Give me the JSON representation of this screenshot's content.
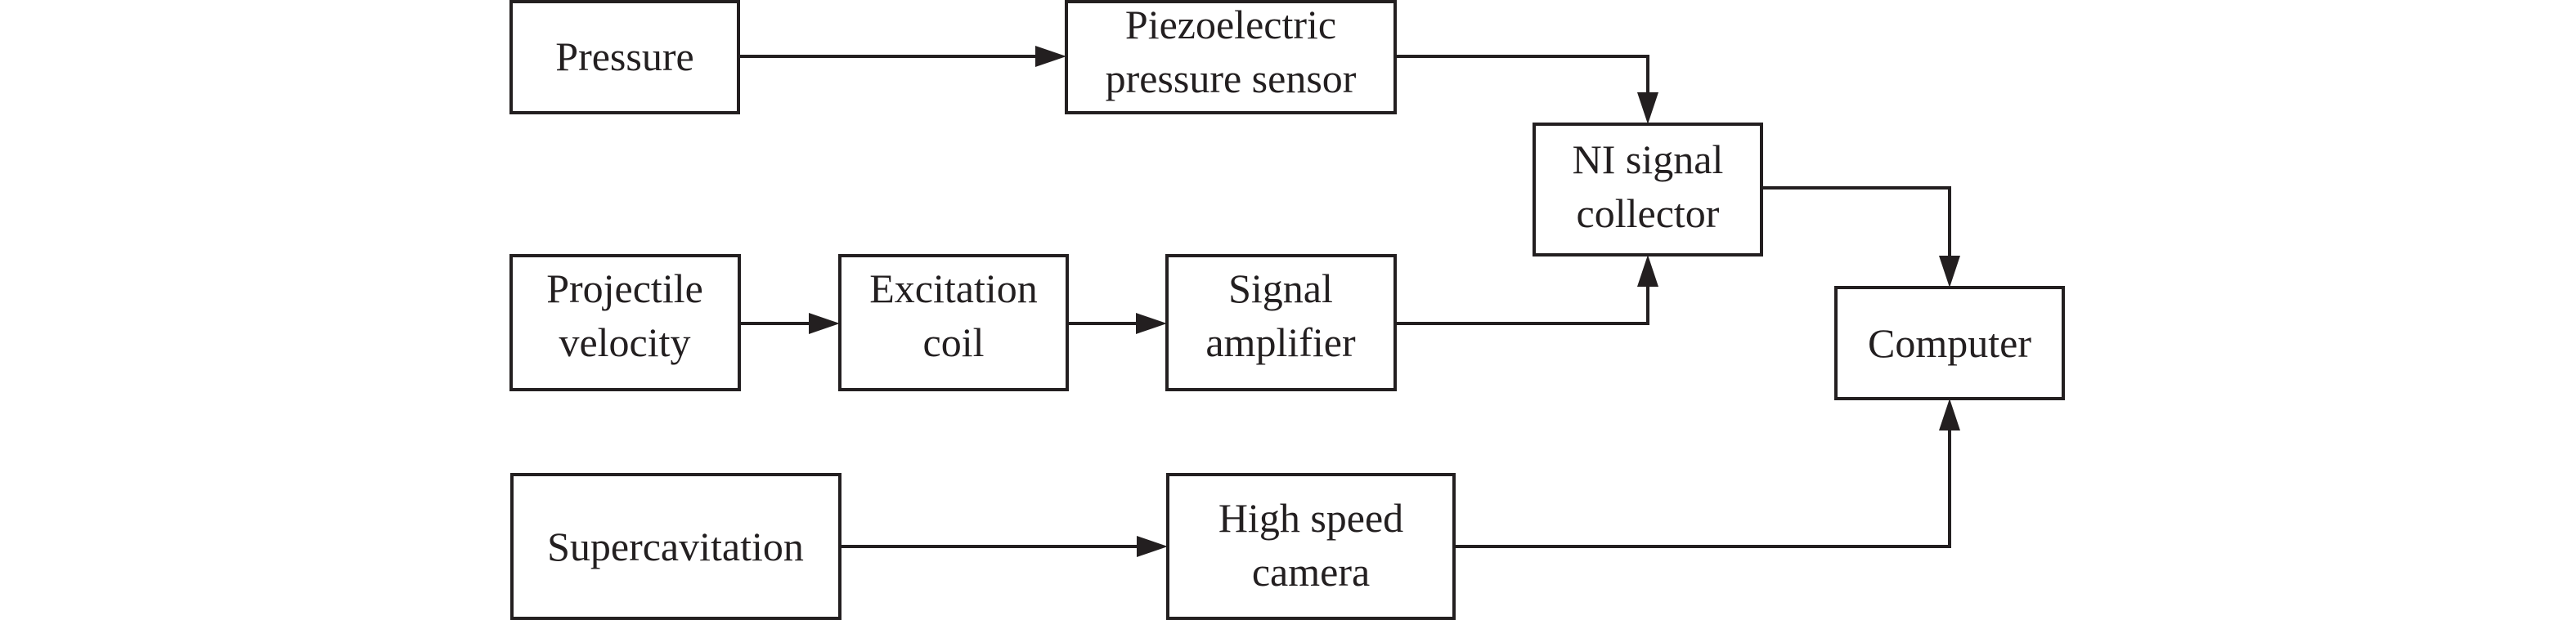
{
  "diagram": {
    "type": "block-diagram",
    "colors": {
      "stroke": "#231f20",
      "background": "#ffffff"
    },
    "nodes": [
      {
        "id": "pressure",
        "lines": [
          "Pressure"
        ]
      },
      {
        "id": "piezo",
        "lines": [
          "Piezoelectric",
          "pressure sensor"
        ]
      },
      {
        "id": "ni",
        "lines": [
          "NI signal",
          "collector"
        ]
      },
      {
        "id": "projectile",
        "lines": [
          "Projectile",
          "velocity"
        ]
      },
      {
        "id": "excitation",
        "lines": [
          "Excitation",
          "coil"
        ]
      },
      {
        "id": "amplifier",
        "lines": [
          "Signal",
          "amplifier"
        ]
      },
      {
        "id": "computer",
        "lines": [
          "Computer"
        ]
      },
      {
        "id": "supercav",
        "lines": [
          "Supercavitation"
        ]
      },
      {
        "id": "camera",
        "lines": [
          "High speed",
          "camera"
        ]
      }
    ],
    "edges": [
      {
        "from": "pressure",
        "to": "piezo"
      },
      {
        "from": "piezo",
        "to": "ni"
      },
      {
        "from": "projectile",
        "to": "excitation"
      },
      {
        "from": "excitation",
        "to": "amplifier"
      },
      {
        "from": "amplifier",
        "to": "ni"
      },
      {
        "from": "ni",
        "to": "computer"
      },
      {
        "from": "supercav",
        "to": "camera"
      },
      {
        "from": "camera",
        "to": "computer"
      }
    ]
  }
}
